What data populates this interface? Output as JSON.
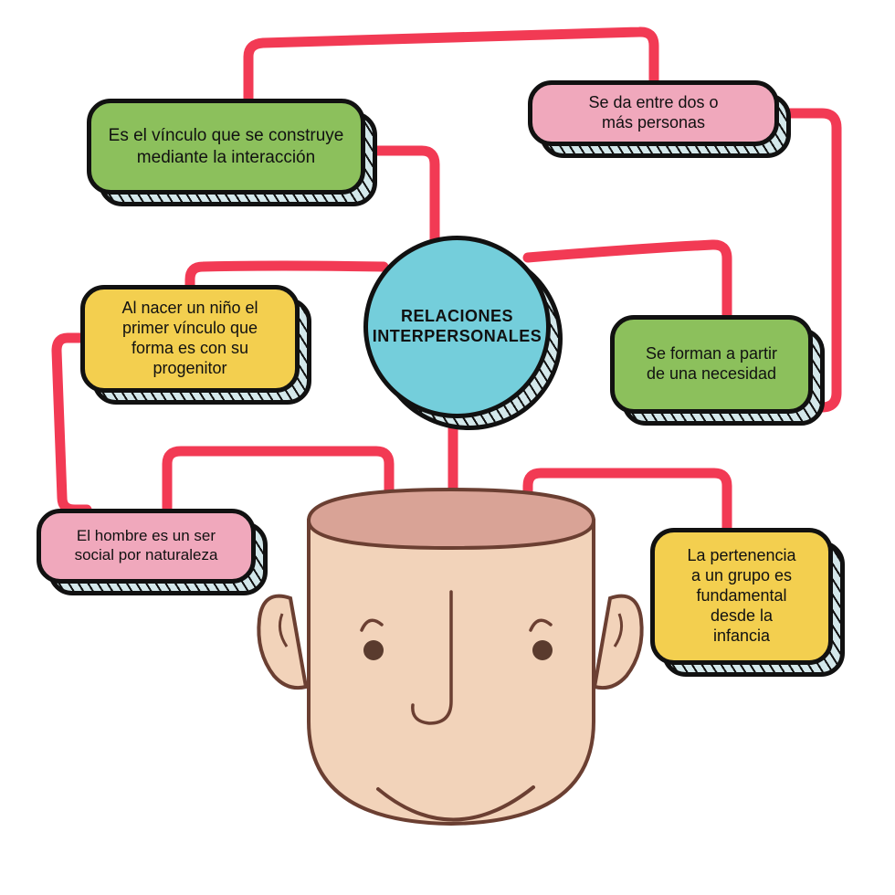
{
  "diagram": {
    "title": "RELACIONES INTERPERSONALES",
    "type": "mind-map",
    "language": "es",
    "center": {
      "id": "relaciones-interpersonales",
      "label": "RELACIONES\nINTERPERSONALES",
      "shape": "circle",
      "color": "#74cedb"
    },
    "nodes": [
      {
        "id": "vinculo-interaccion",
        "label": "Es el vínculo que se construye\nmediante la interacción",
        "color": "#8cc05c",
        "color_name": "green"
      },
      {
        "id": "dos-o-mas-personas",
        "label": "Se da entre dos o\nmás personas",
        "color": "#f0a8bc",
        "color_name": "pink"
      },
      {
        "id": "primer-vinculo-progenitor",
        "label": "Al nacer un  niño el\nprimer  vínculo que\nforma es con su\nprogenitor",
        "color": "#f3cf4f",
        "color_name": "yellow"
      },
      {
        "id": "a-partir-de-necesidad",
        "label": "Se forman a partir\nde una necesidad",
        "color": "#8cc05c",
        "color_name": "green"
      },
      {
        "id": "ser-social-por-naturaleza",
        "label": "El hombre es un ser\nsocial por naturaleza",
        "color": "#f0a8bc",
        "color_name": "pink"
      },
      {
        "id": "pertenencia-a-un-grupo",
        "label": "La pertenencia\na un grupo es\nfundamental\ndesde la\ninfancia",
        "color": "#f3cf4f",
        "color_name": "yellow"
      }
    ],
    "palette": {
      "connector": "#f23a54",
      "outline": "#111111",
      "shadow_hatch": "#cfe4e6",
      "skin": "#f2d3ba",
      "brain_opening": "#d9a396",
      "face_outline": "#6b3f32",
      "background": "#ffffff"
    },
    "illustration": {
      "name": "open-head",
      "description": "bald head with open top revealing brain cavity, connectors entering the skull"
    }
  }
}
